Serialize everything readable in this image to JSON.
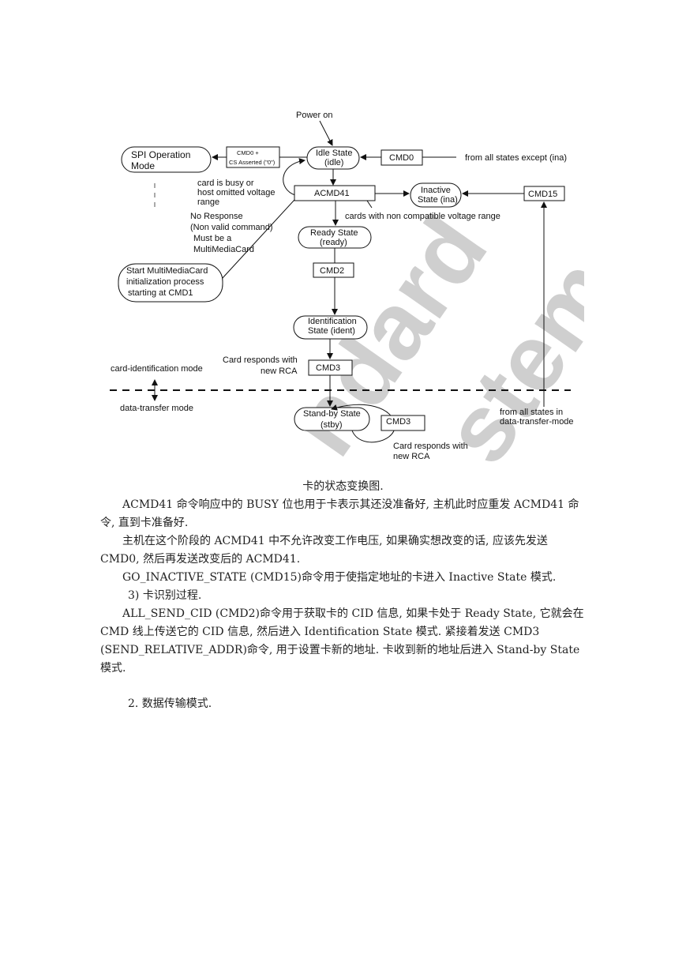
{
  "diagram": {
    "watermark": {
      "line1": "ndard",
      "line2": "stem"
    },
    "power_on": "Power on",
    "spi_mode": {
      "line1": "SPI Operation",
      "line2": "Mode"
    },
    "cs_box": {
      "line1": "CMD0 +",
      "line2": "CS Asserted (\"0\")"
    },
    "idle_state": {
      "line1": "Idle State",
      "line2": "(idle)"
    },
    "cmd0": "CMD0",
    "from_all_states": "from all states except (ina)",
    "busy_note": {
      "line1": "card is busy or",
      "line2": "host omitted voltage",
      "line3": "range"
    },
    "acmd41": "ACMD41",
    "inactive_state": {
      "line1": "Inactive",
      "line2": "State (ina)"
    },
    "cmd15": "CMD15",
    "no_response": {
      "line1": "No Response",
      "line2": "(Non valid command)",
      "line3": "Must be a",
      "line4": "MultiMediaCard"
    },
    "non_compatible": "cards with non compatible voltage range",
    "ready_state": {
      "line1": "Ready State",
      "line2": "(ready)"
    },
    "mmc_init": {
      "line1": "Start MultiMediaCard",
      "line2": "initialization process",
      "line3": "starting at CMD1"
    },
    "cmd2": "CMD2",
    "ident_state": {
      "line1": "Identification",
      "line2": "State (ident)"
    },
    "card_responds_1": {
      "line1": "Card responds with",
      "line2": "new RCA"
    },
    "cmd3_a": "CMD3",
    "card_id_mode": "card-identification mode",
    "data_transfer_mode": "data-transfer mode",
    "standby_state": {
      "line1": "Stand-by State",
      "line2": "(stby)"
    },
    "cmd3_b": "CMD3",
    "from_all_transfer": {
      "line1": "from all states in",
      "line2": "data-transfer-mode"
    },
    "card_responds_2": {
      "line1": "Card responds with",
      "line2": "new RCA"
    }
  },
  "caption": "卡的状态变换图.",
  "paragraphs": [
    "ACMD41 命令响应中的 BUSY 位也用于卡表示其还没准备好, 主机此时应重发 ACMD41 命令, 直到卡准备好.",
    "主机在这个阶段的 ACMD41 中不允许改变工作电压, 如果确实想改变的话, 应该先发送 CMD0, 然后再发送改变后的 ACMD41.",
    "GO_INACTIVE_STATE (CMD15)命令用于使指定地址的卡进入 Inactive State 模式.",
    "3)  卡识别过程.",
    "ALL_SEND_CID (CMD2)命令用于获取卡的 CID 信息, 如果卡处于 Ready State, 它就会在 CMD 线上传送它的 CID 信息, 然后进入 Identification State 模式. 紧接着发送 CMD3 (SEND_RELATIVE_ADDR)命令, 用于设置卡新的地址. 卡收到新的地址后进入 Stand-by State 模式.",
    "2.  数据传输模式."
  ]
}
